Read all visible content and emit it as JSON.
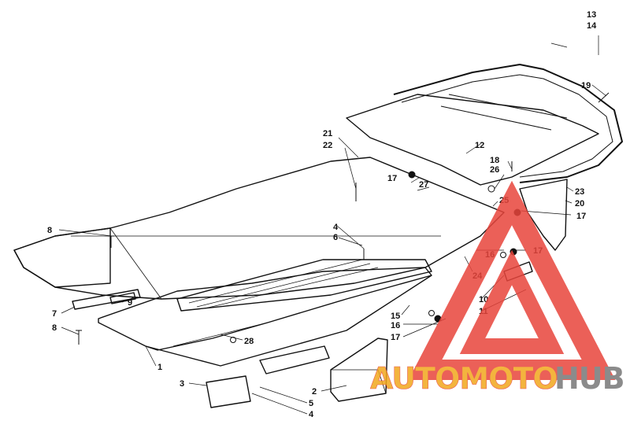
{
  "diagram": {
    "callouts": [
      {
        "id": "c13",
        "text": "13"
      },
      {
        "id": "c14",
        "text": "14"
      },
      {
        "id": "c19",
        "text": "19"
      },
      {
        "id": "c21",
        "text": "21"
      },
      {
        "id": "c22",
        "text": "22"
      },
      {
        "id": "c12",
        "text": "12"
      },
      {
        "id": "c18",
        "text": "18"
      },
      {
        "id": "c26",
        "text": "26"
      },
      {
        "id": "c17a",
        "text": "17"
      },
      {
        "id": "c27",
        "text": "27"
      },
      {
        "id": "c23",
        "text": "23"
      },
      {
        "id": "c20",
        "text": "20"
      },
      {
        "id": "c25",
        "text": "25"
      },
      {
        "id": "c17b",
        "text": "17"
      },
      {
        "id": "c8a",
        "text": "8"
      },
      {
        "id": "c4a",
        "text": "4"
      },
      {
        "id": "c6",
        "text": "6"
      },
      {
        "id": "c16a",
        "text": "16"
      },
      {
        "id": "c17c",
        "text": "17"
      },
      {
        "id": "c24",
        "text": "24"
      },
      {
        "id": "c10",
        "text": "10"
      },
      {
        "id": "c11",
        "text": "11"
      },
      {
        "id": "c7",
        "text": "7"
      },
      {
        "id": "c9",
        "text": "9"
      },
      {
        "id": "c8b",
        "text": "8"
      },
      {
        "id": "c15",
        "text": "15"
      },
      {
        "id": "c16b",
        "text": "16"
      },
      {
        "id": "c17d",
        "text": "17"
      },
      {
        "id": "c28",
        "text": "28"
      },
      {
        "id": "c1",
        "text": "1"
      },
      {
        "id": "c3",
        "text": "3"
      },
      {
        "id": "c2",
        "text": "2"
      },
      {
        "id": "c5",
        "text": "5"
      },
      {
        "id": "c4b",
        "text": "4"
      }
    ]
  },
  "watermark": {
    "brand_left": "AUTOMOTO",
    "brand_right": "HUB",
    "color_primary": "#e8453c",
    "color_secondary": "#f2a81d",
    "color_dark": "#777777"
  }
}
